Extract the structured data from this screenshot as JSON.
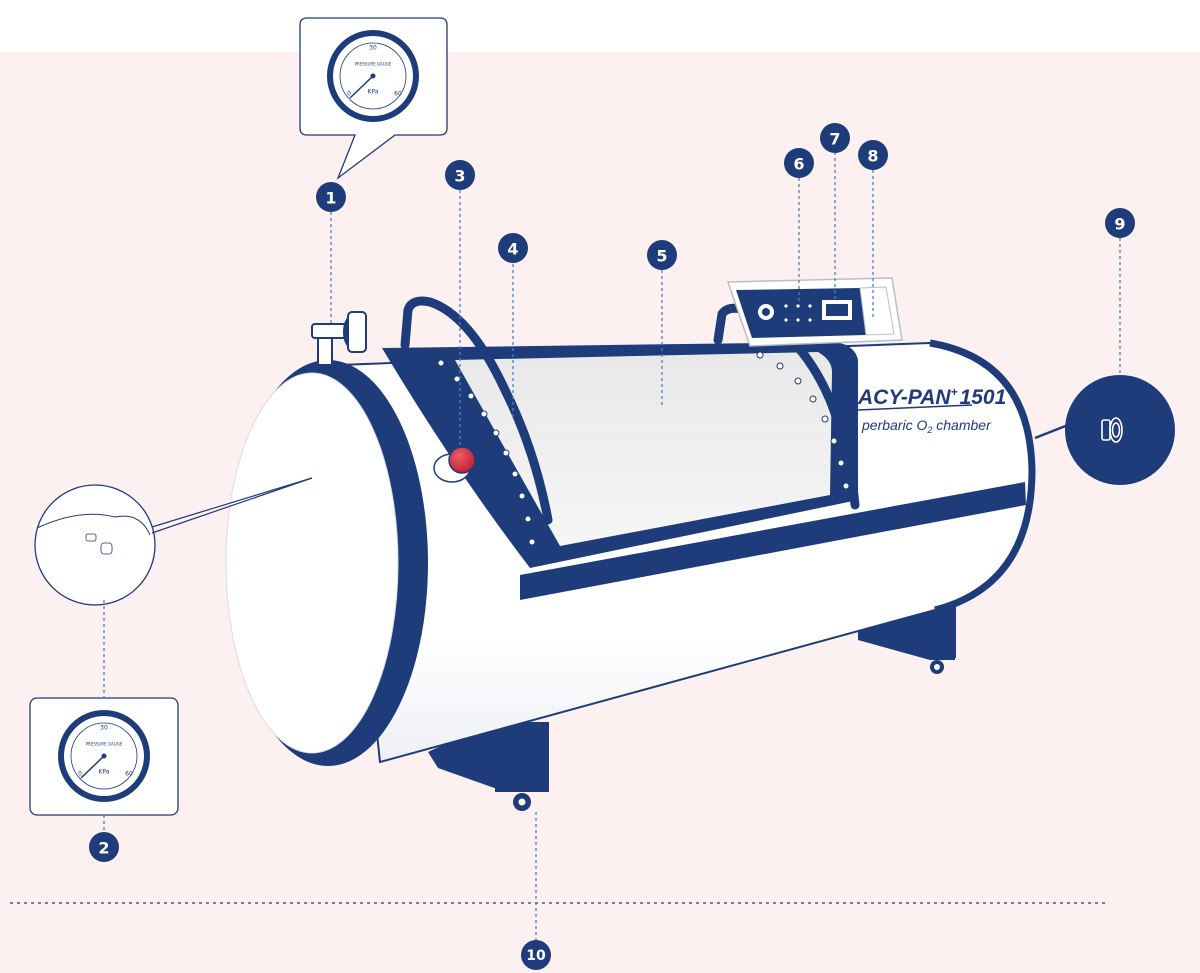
{
  "brand": {
    "model": "ACY-PAN",
    "model_sup": "+",
    "model_number": "1501",
    "subtitle_pre": "perbaric O",
    "subtitle_sub": "2",
    "subtitle_post": " chamber"
  },
  "gauge": {
    "unit": "KPa",
    "face_label": "PRESSURE GAUGE",
    "scale_top": "30",
    "scale_right": "60",
    "scale_left": "0"
  },
  "callouts": [
    "1",
    "2",
    "3",
    "4",
    "5",
    "6",
    "7",
    "8",
    "9",
    "10"
  ],
  "colors": {
    "navy": "#1e3b7a",
    "background_tint": "#fdf0f0",
    "chamber_body": "#ffffff",
    "window": "#efefef",
    "button_red": "#d62d3c",
    "leader_line": "#4f7fc9"
  }
}
